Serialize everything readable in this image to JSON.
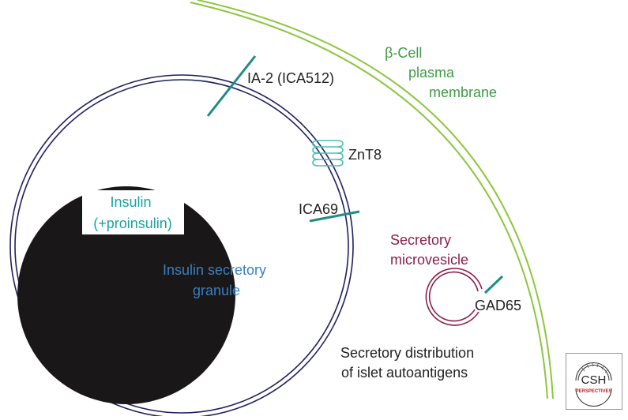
{
  "diagram": {
    "title": "Secretory distribution of islet autoantigens",
    "title_lines": [
      "Secretory distribution",
      "of islet autoantigens"
    ],
    "membrane": {
      "label_lines": [
        "β-Cell",
        "plasma",
        "membrane"
      ],
      "color": "#8dc63f"
    },
    "granule": {
      "label_lines": [
        "Insulin secretory",
        "granule"
      ],
      "label_color": "#3a7fc1",
      "membrane_color": "#1f1f5e"
    },
    "core": {
      "label_lines": [
        "Insulin",
        "(+proinsulin)"
      ],
      "label_color": "#1aa3a3",
      "fill": "#1a1718"
    },
    "antigens": [
      {
        "name": "IA-2 (ICA512)",
        "color": "#1f8c84"
      },
      {
        "name": "ZnT8",
        "color": "#4dbdb8"
      },
      {
        "name": "ICA69",
        "color": "#1f8c84"
      },
      {
        "name": "GAD65",
        "color": "#1f8c84"
      }
    ],
    "microvesicle": {
      "label_lines": [
        "Secretory",
        "microvesicle"
      ],
      "label_color": "#8b1e4a"
    }
  },
  "logo": {
    "text_main": "CSH",
    "text_sub": "PERSPECTIVES",
    "sub_color": "#b1242c"
  }
}
